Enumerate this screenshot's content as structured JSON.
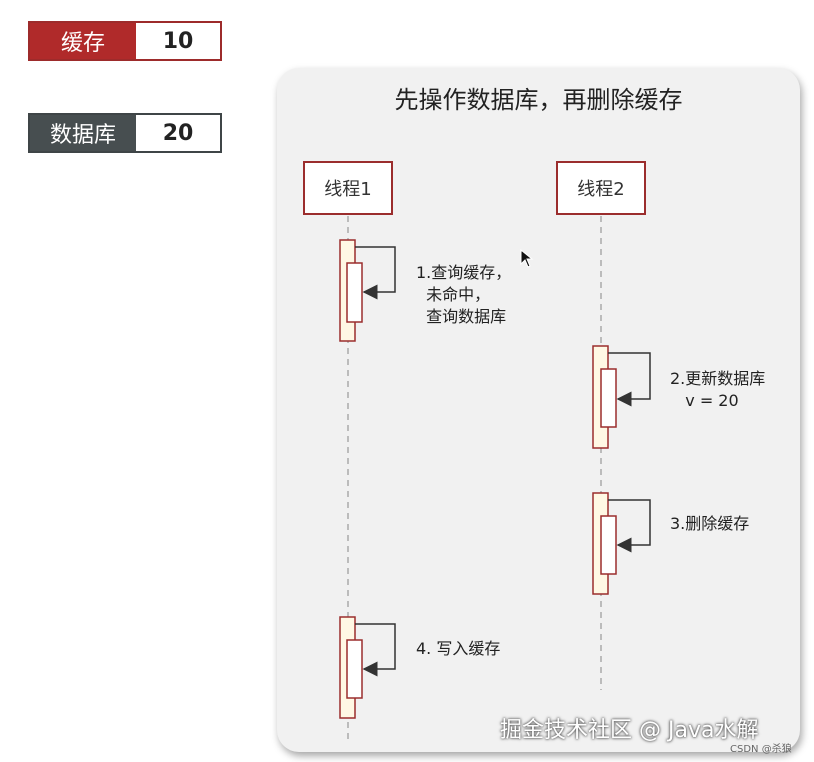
{
  "legend": {
    "cache": {
      "label": "缓存",
      "value": "10"
    },
    "database": {
      "label": "数据库",
      "value": "20"
    }
  },
  "diagram": {
    "title": "先操作数据库，再删除缓存",
    "lanes": [
      {
        "label": "线程1"
      },
      {
        "label": "线程2"
      }
    ],
    "steps": [
      {
        "text": "1.查询缓存，\n  未命中，\n  查询数据库"
      },
      {
        "text": "2.更新数据库\n   v = 20"
      },
      {
        "text": "3.删除缓存"
      },
      {
        "text": "4. 写入缓存"
      }
    ]
  },
  "watermark": {
    "text": "掘金技术社区 @ Java水解",
    "csdn": "CSDN @杀狼"
  },
  "colors": {
    "cache": "#b02a2a",
    "database": "#474e50",
    "lane_border": "#9b2d2d",
    "activation_fill": "#fff8e4"
  }
}
